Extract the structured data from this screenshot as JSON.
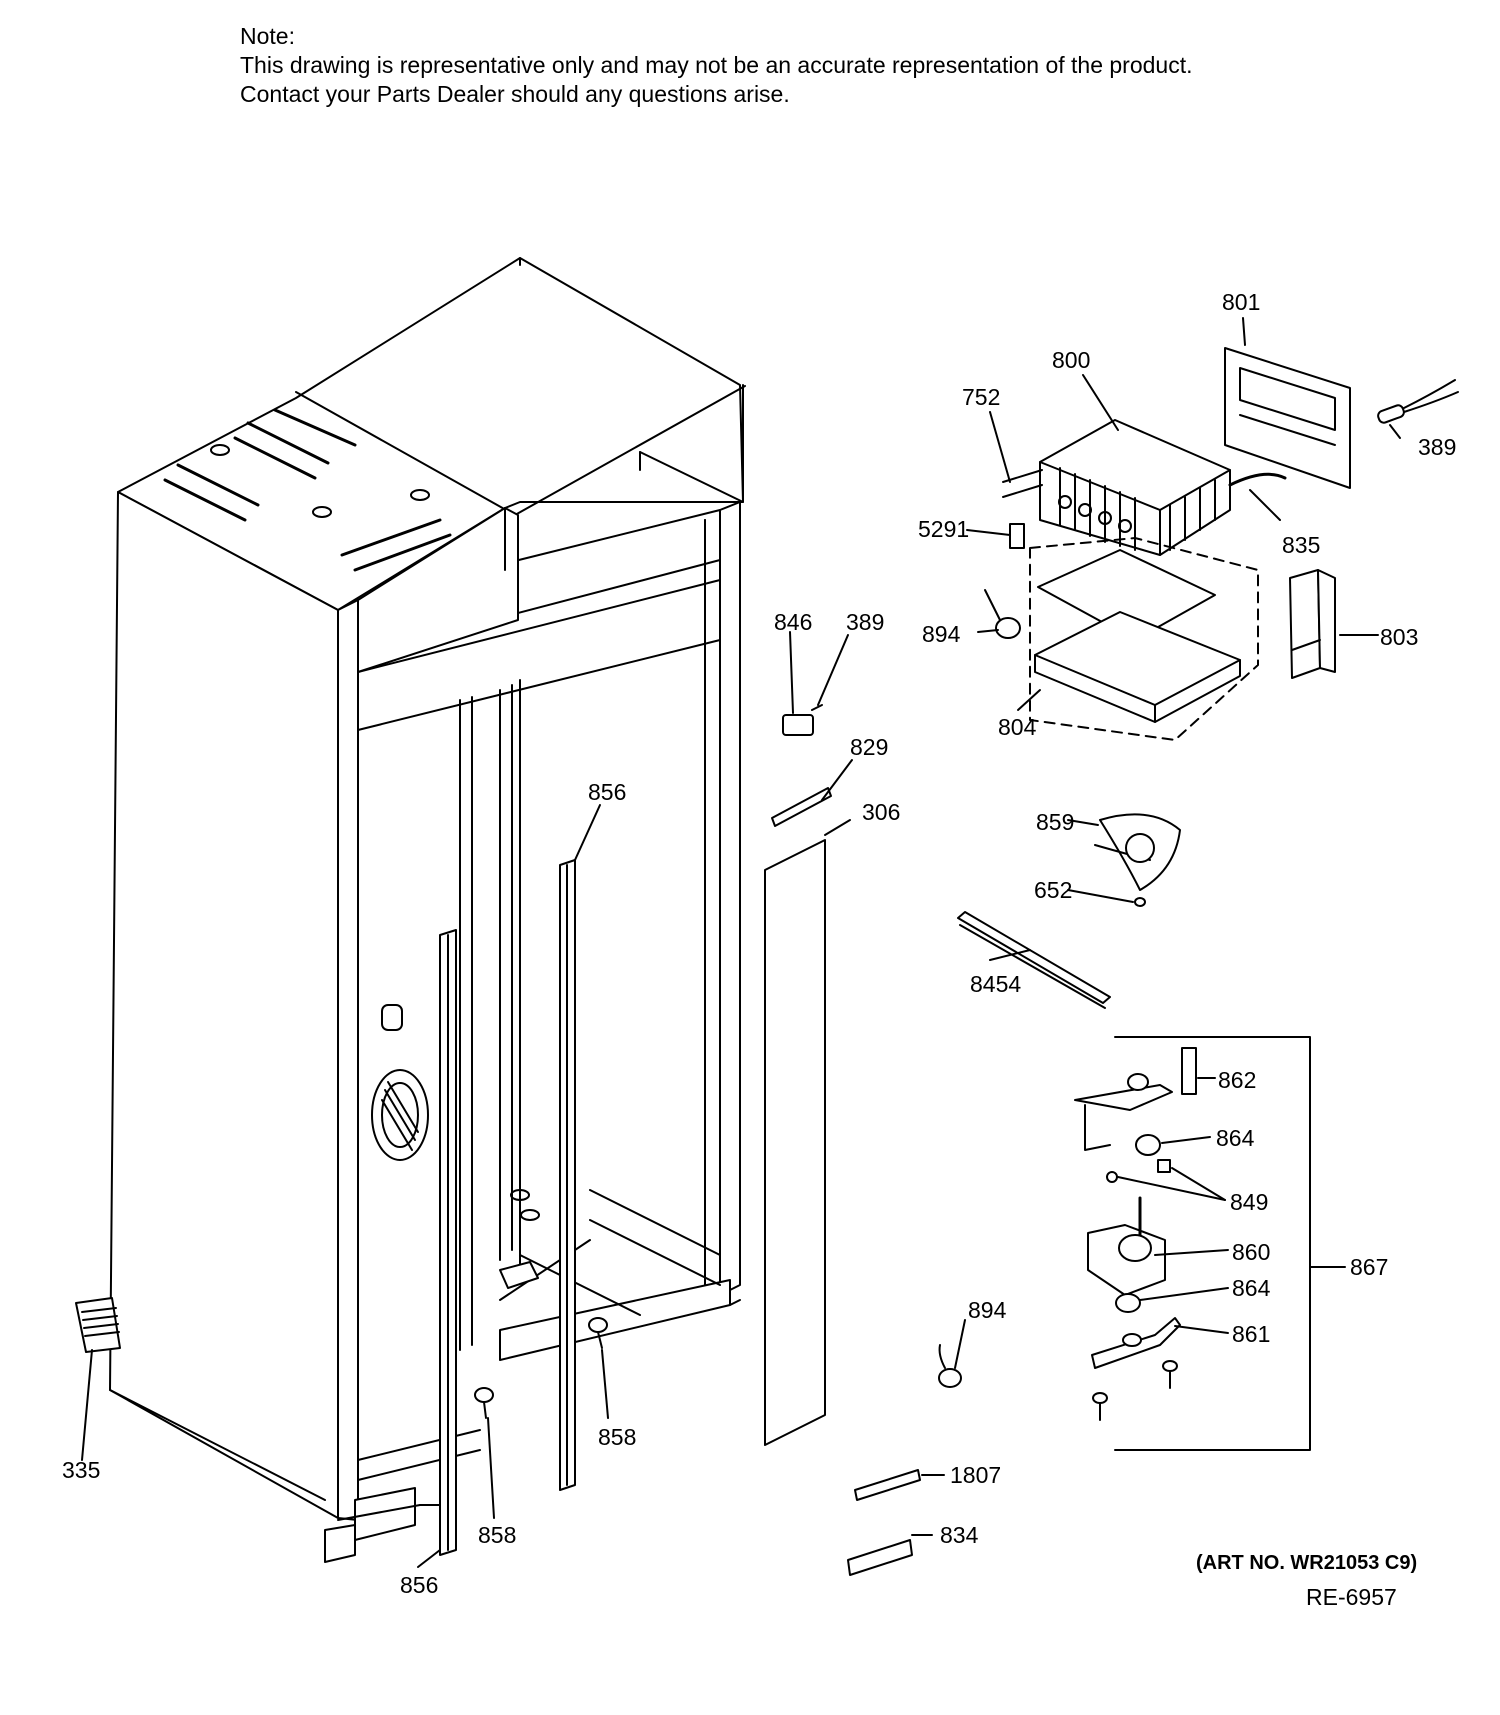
{
  "note": {
    "heading": "Note:",
    "line1": "This drawing is representative only and may not be an accurate representation of the product.",
    "line2": "Contact your Parts Dealer should any questions arise."
  },
  "callouts": {
    "p801": "801",
    "p800": "800",
    "p752": "752",
    "p389a": "389",
    "p5291": "5291",
    "p835": "835",
    "p894a": "894",
    "p803": "803",
    "p804": "804",
    "p846": "846",
    "p389b": "389",
    "p829": "829",
    "p856a": "856",
    "p306": "306",
    "p859": "859",
    "p652": "652",
    "p8454": "8454",
    "p862": "862",
    "p864a": "864",
    "p849": "849",
    "p860": "860",
    "p867": "867",
    "p864b": "864",
    "p861": "861",
    "p894b": "894",
    "p335": "335",
    "p858a": "858",
    "p858b": "858",
    "p856b": "856",
    "p1807": "1807",
    "p834": "834"
  },
  "art_number": "(ART NO. WR21053 C9)",
  "reference": "RE-6957"
}
